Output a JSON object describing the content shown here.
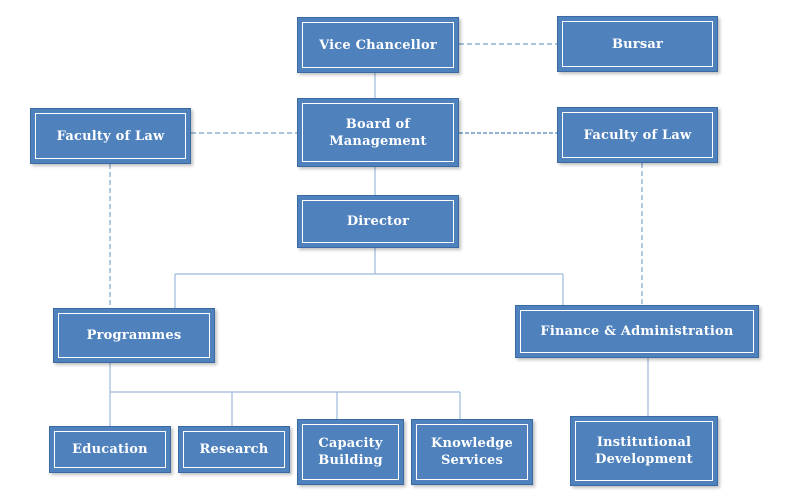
{
  "nodes": {
    "vice_chancellor": "Vice Chancellor",
    "bursar": "Bursar",
    "faculty_of_law_left": "Faculty of Law",
    "board_of_management": "Board of\nManagement",
    "faculty_of_law_right": "Faculty of Law",
    "director": "Director",
    "programmes": "Programmes",
    "finance_administration": "Finance & Administration",
    "education": "Education",
    "research": "Research",
    "capacity_building": "Capacity\nBuilding",
    "knowledge_services": "Knowledge\nServices",
    "institutional_development": "Institutional\nDevelopment"
  },
  "colors": {
    "box_fill": "#4f81bd",
    "box_border": "#3a6aa3",
    "connector": "#9bb9d9",
    "dashed_connector": "#8eb0d6",
    "text": "#ffffff"
  }
}
